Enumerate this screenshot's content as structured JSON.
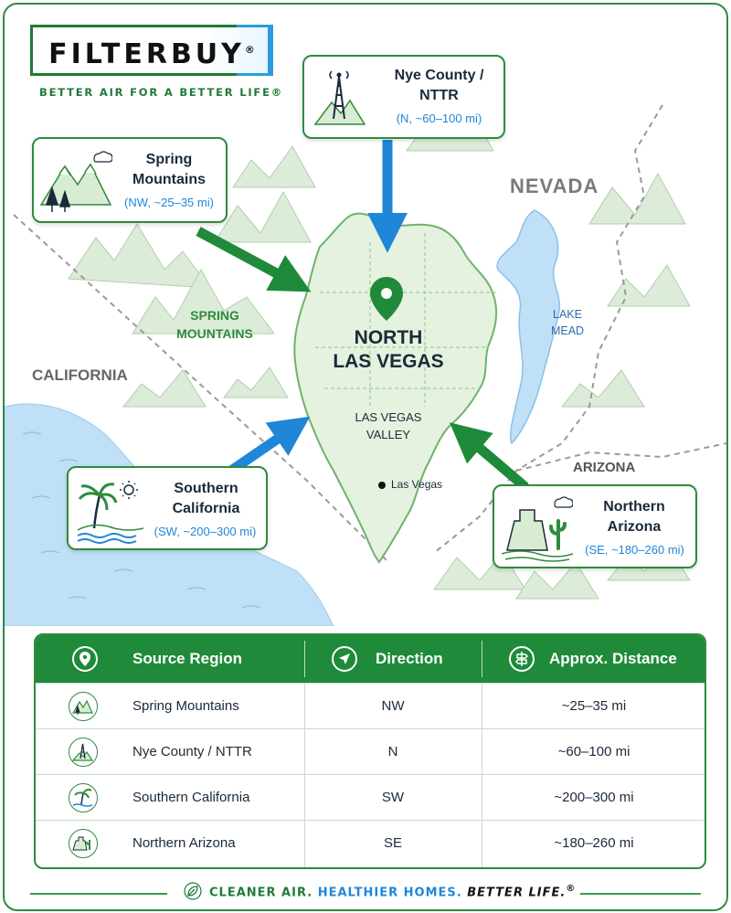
{
  "brand": {
    "name": "FILTERBUY",
    "registered": "®",
    "tagline": "BETTER AIR FOR A BETTER LIFE®"
  },
  "map": {
    "state_label": "NEVADA",
    "california_label": "CALIFORNIA",
    "arizona_label": "ARIZONA",
    "spring_mountains_label_1": "SPRING",
    "spring_mountains_label_2": "MOUNTAINS",
    "lake_label_1": "LAKE",
    "lake_label_2": "MEAD",
    "city_label_1": "NORTH",
    "city_label_2": "LAS VEGAS",
    "valley_label_1": "LAS VEGAS",
    "valley_label_2": "VALLEY",
    "las_vegas_label": "Las Vegas"
  },
  "callouts": {
    "nye": {
      "name_1": "Nye County /",
      "name_2": "NTTR",
      "dist": "(N, ~60–100 mi)"
    },
    "spring": {
      "name_1": "Spring",
      "name_2": "Mountains",
      "dist": "(NW, ~25–35 mi)"
    },
    "socal": {
      "name_1": "Southern",
      "name_2": "California",
      "dist": "(SW, ~200–300 mi)"
    },
    "arizona": {
      "name_1": "Northern",
      "name_2": "Arizona",
      "dist": "(SE, ~180–260 mi)"
    }
  },
  "table": {
    "headers": {
      "region": "Source Region",
      "direction": "Direction",
      "distance": "Approx. Distance"
    },
    "rows": [
      {
        "region": "Spring Mountains",
        "direction": "NW",
        "distance": "~25–35 mi"
      },
      {
        "region": "Nye County / NTTR",
        "direction": "N",
        "distance": "~60–100 mi"
      },
      {
        "region": "Southern California",
        "direction": "SW",
        "distance": "~200–300 mi"
      },
      {
        "region": "Northern Arizona",
        "direction": "SE",
        "distance": "~180–260 mi"
      }
    ]
  },
  "footer": {
    "part1": "CLEANER AIR.",
    "part2": "HEALTHIER HOMES.",
    "part3": "BETTER LIFE.",
    "reg": "®"
  },
  "colors": {
    "brand_green": "#1f8a3a",
    "arrow_green": "#1f8a3a",
    "arrow_blue": "#1f86d8",
    "water": "#bfe0f7"
  }
}
